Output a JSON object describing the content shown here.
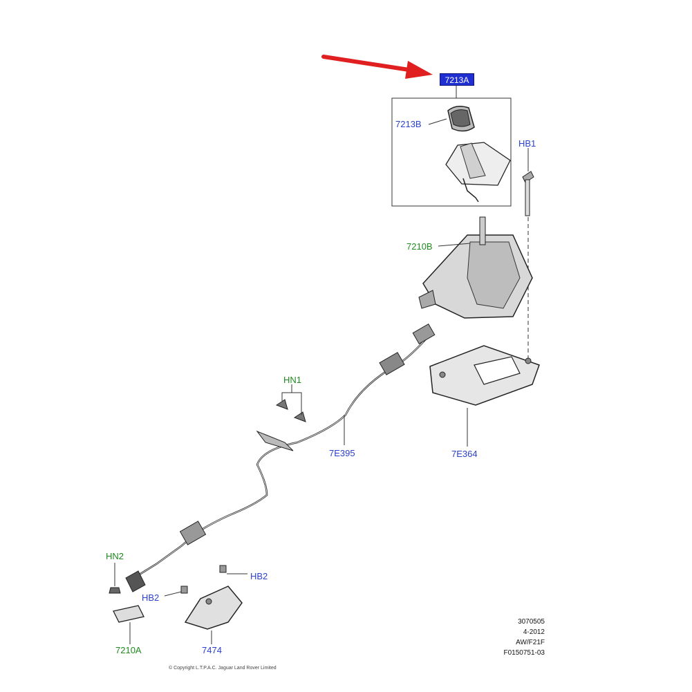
{
  "diagram": {
    "selected_part": "7213A",
    "parts": {
      "p7213B": "7213B",
      "hb1": "HB1",
      "p7210B": "7210B",
      "hn1": "HN1",
      "p7E395": "7E395",
      "p7E364": "7E364",
      "hn2": "HN2",
      "hb2_right": "HB2",
      "hb2_left": "HB2",
      "p7210A": "7210A",
      "p7474": "7474"
    },
    "info_block": [
      "3070505",
      "4-2012",
      "AW/F21F",
      "F0150751-03"
    ],
    "copyright": "© Copyright L.T.P.A.C. Jaguar Land Rover Limited"
  },
  "colors": {
    "arrow": "#e02020",
    "label_blue": "#2a3fcc",
    "label_green": "#1f8a1f",
    "highlight": "#1f2fd1"
  }
}
